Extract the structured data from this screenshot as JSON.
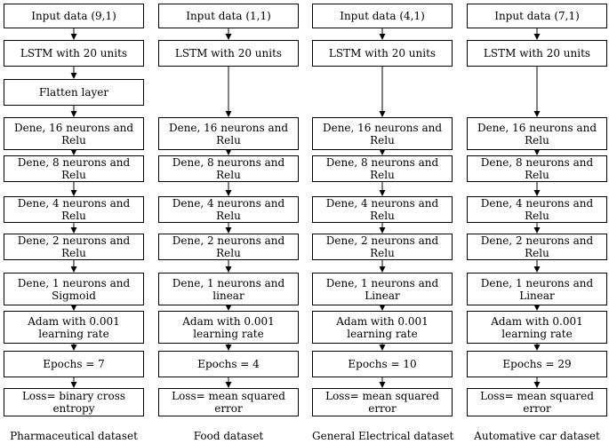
{
  "columns": [
    {
      "caption": "Pharmaceutical dataset",
      "boxes": [
        "Input data (9,1)",
        "LSTM with 20 units",
        "Flatten layer",
        "Dene, 16 neurons and Relu",
        "Dene, 8 neurons and Relu",
        "Dene, 4 neurons and Relu",
        "Dene, 2 neurons and Relu",
        "Dene, 1 neurons and Sigmoid",
        "Adam with 0.001 learning rate",
        "Epochs = 7",
        "Loss= binary cross entropy"
      ]
    },
    {
      "caption": "Food dataset",
      "boxes": [
        "Input data (1,1)",
        "LSTM with 20 units",
        "",
        "Dene, 16 neurons and Relu",
        "Dene, 8 neurons and Relu",
        "Dene, 4 neurons and Relu",
        "Dene, 2 neurons and Relu",
        "Dene, 1 neurons and linear",
        "Adam with 0.001 learning rate",
        "Epochs = 4",
        "Loss= mean squared error"
      ]
    },
    {
      "caption": "General Electrical dataset",
      "boxes": [
        "Input data (4,1)",
        "LSTM with 20 units",
        "",
        "Dene, 16 neurons and Relu",
        "Dene, 8 neurons and Relu",
        "Dene, 4 neurons and Relu",
        "Dene, 2 neurons and Relu",
        "Dene, 1 neurons and Linear",
        "Adam with 0.001 learning rate",
        "Epochs = 10",
        "Loss= mean squared error"
      ]
    },
    {
      "caption": "Automative car dataset",
      "boxes": [
        "Input data (7,1)",
        "LSTM with 20 units",
        "",
        "Dene, 16 neurons and Relu",
        "Dene, 8 neurons and Relu",
        "Dene, 4 neurons and Relu",
        "Dene, 2 neurons and Relu",
        "Dene, 1 neurons and Linear",
        "Adam with 0.001 learning rate",
        "Epochs = 29",
        "Loss= mean squared error"
      ]
    }
  ]
}
